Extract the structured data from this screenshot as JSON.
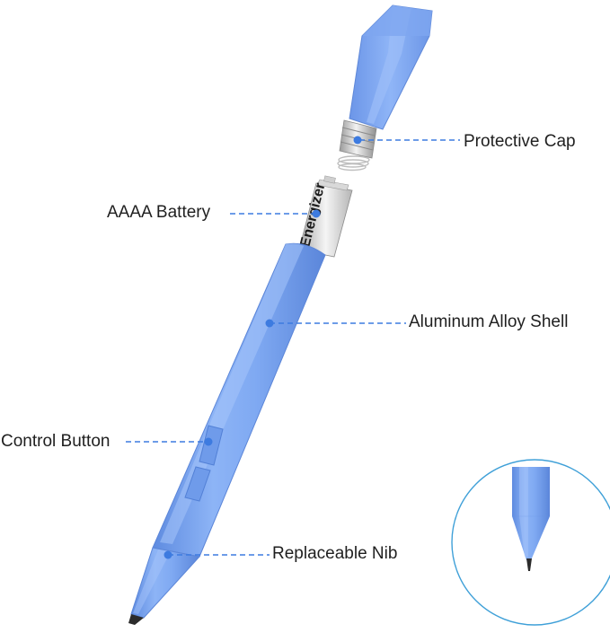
{
  "labels": {
    "protective_cap": "Protective Cap",
    "aaaa_battery": "AAAA Battery",
    "aluminum_alloy_shell": "Aluminum Alloy Shell",
    "control_button": "Control Button",
    "replaceable_nib": "Replaceable Nib"
  },
  "battery_brand": "Energizer",
  "colors": {
    "pen_body": "#7FA9F2",
    "pen_body_dark": "#5E8BE0",
    "callout_line": "#3D7BE0",
    "callout_dot": "#3D7BE0",
    "nib_tip": "#2b2b2b",
    "metal": "#c9c9c9",
    "zoom_circle": "#3FA0D8"
  }
}
